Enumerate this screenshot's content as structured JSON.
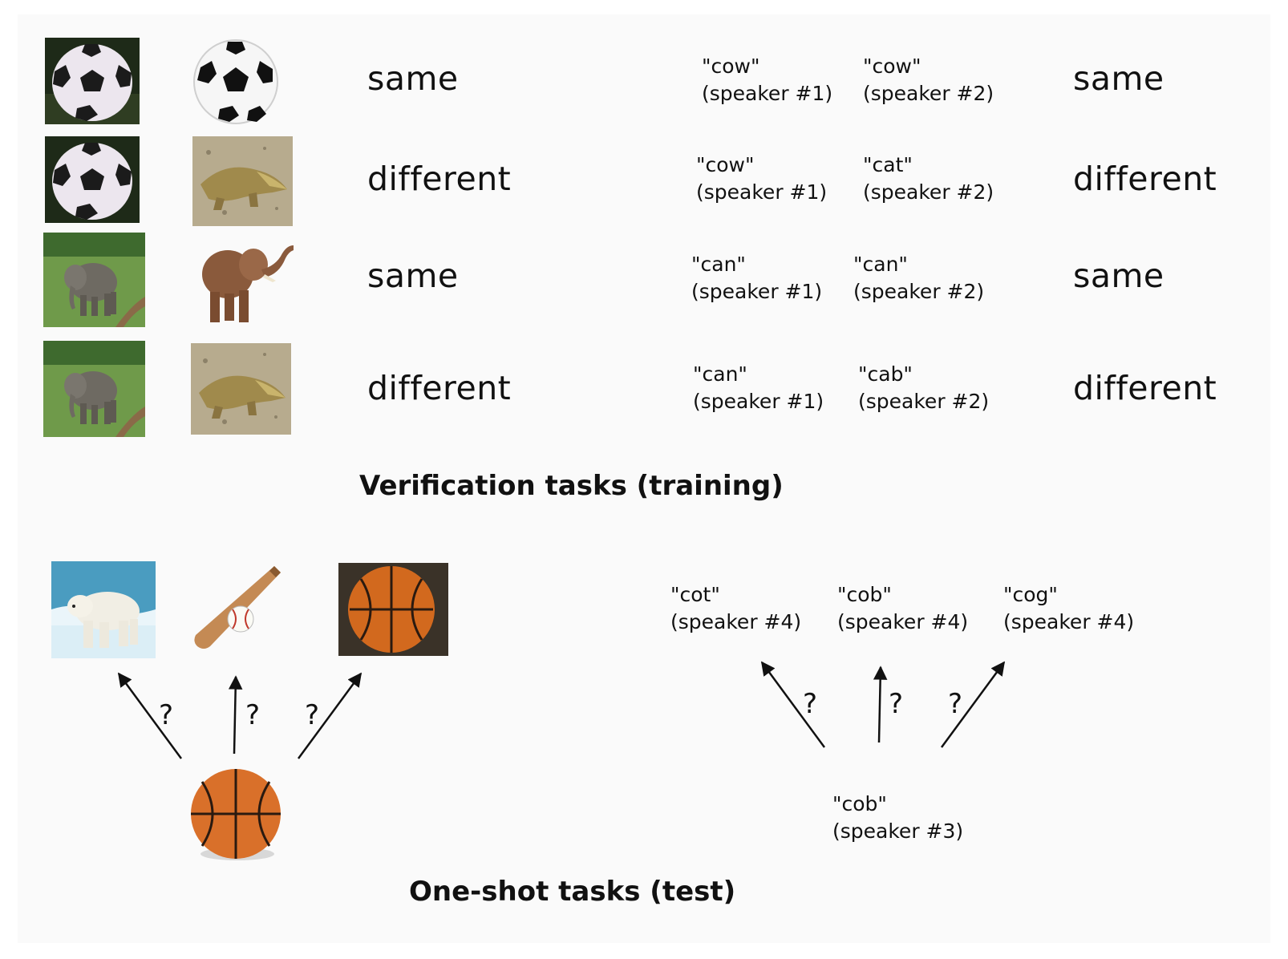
{
  "verification": {
    "heading": "Verification tasks (training)",
    "rows": [
      {
        "left_image": "soccer-ball",
        "right_image": "soccer-ball",
        "image_label": "same",
        "word_a": "\"cow\"",
        "speaker_a": "(speaker #1)",
        "word_b": "\"cow\"",
        "speaker_b": "(speaker #2)",
        "audio_label": "same"
      },
      {
        "left_image": "soccer-ball",
        "right_image": "crocodile",
        "image_label": "different",
        "word_a": "\"cow\"",
        "speaker_a": "(speaker #1)",
        "word_b": "\"cat\"",
        "speaker_b": "(speaker #2)",
        "audio_label": "different"
      },
      {
        "left_image": "elephant",
        "right_image": "elephant",
        "image_label": "same",
        "word_a": "\"can\"",
        "speaker_a": "(speaker #1)",
        "word_b": "\"can\"",
        "speaker_b": "(speaker #2)",
        "audio_label": "same"
      },
      {
        "left_image": "elephant",
        "right_image": "crocodile",
        "image_label": "different",
        "word_a": "\"can\"",
        "speaker_a": "(speaker #1)",
        "word_b": "\"cab\"",
        "speaker_b": "(speaker #2)",
        "audio_label": "different"
      }
    ]
  },
  "oneshot": {
    "heading": "One-shot tasks (test)",
    "question_mark": "?",
    "image_candidates": [
      "polar-bear",
      "baseball-bat",
      "basketball"
    ],
    "image_query": "basketball",
    "audio_candidates": [
      {
        "word": "\"cot\"",
        "speaker": "(speaker #4)"
      },
      {
        "word": "\"cob\"",
        "speaker": "(speaker #4)"
      },
      {
        "word": "\"cog\"",
        "speaker": "(speaker #4)"
      }
    ],
    "audio_query": {
      "word": "\"cob\"",
      "speaker": "(speaker #3)"
    }
  },
  "colors": {
    "panel_bg": "#fafafa",
    "text": "#111111",
    "basketball": "#d2691e",
    "grass": "#6f9a4a",
    "sand": "#b7ab8e"
  }
}
